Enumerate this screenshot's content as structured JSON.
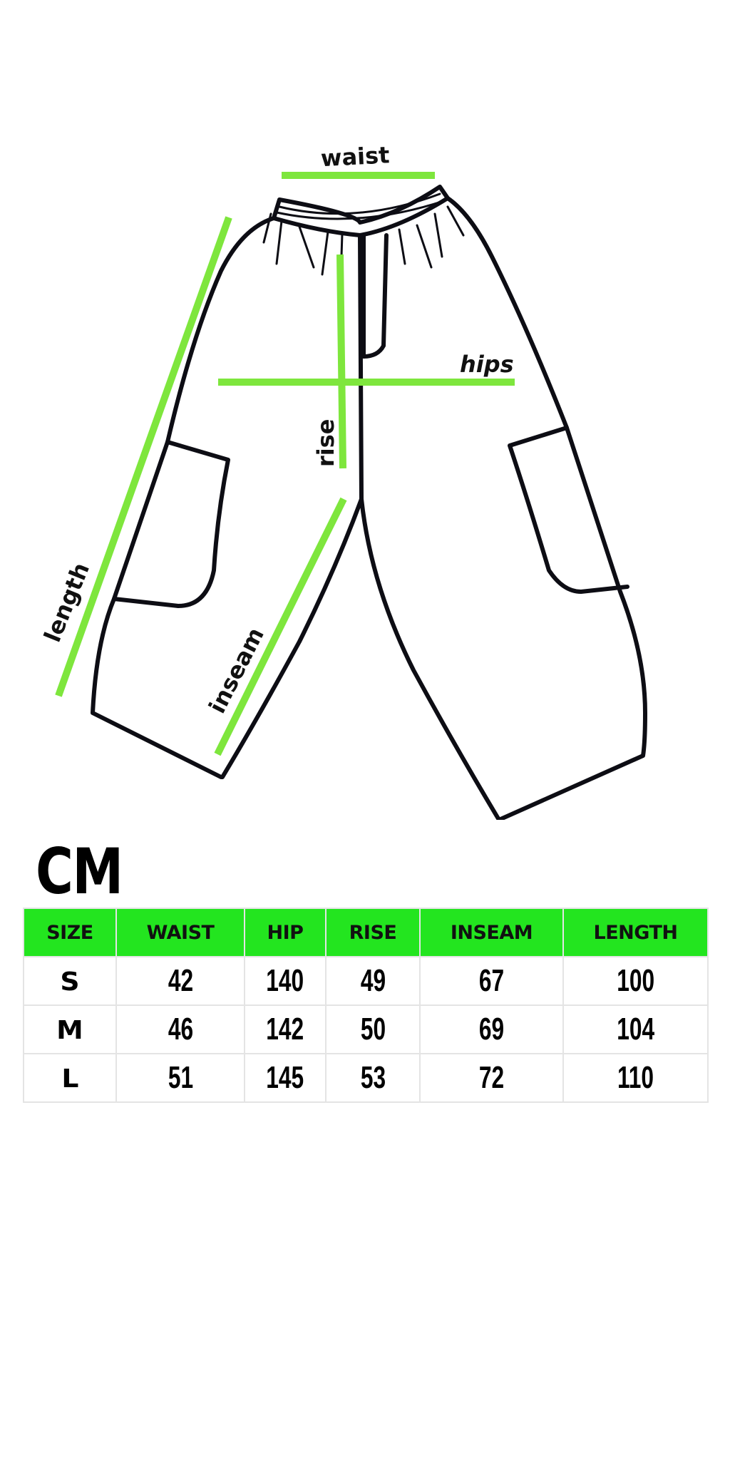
{
  "diagram": {
    "labels": {
      "waist": "waist",
      "hips": "hips",
      "rise": "rise",
      "length": "length",
      "inseam": "inseam"
    },
    "colors": {
      "measure_line": "#7ee63d",
      "outline": "#0d0d14"
    }
  },
  "unit": "CM",
  "table": {
    "header_color": "#23e51f",
    "columns": [
      "SIZE",
      "WAIST",
      "HIP",
      "RISE",
      "INSEAM",
      "LENGTH"
    ],
    "rows": [
      {
        "size": "S",
        "waist": "42",
        "hip": "140",
        "rise": "49",
        "inseam": "67",
        "length": "100"
      },
      {
        "size": "M",
        "waist": "46",
        "hip": "142",
        "rise": "50",
        "inseam": "69",
        "length": "104"
      },
      {
        "size": "L",
        "waist": "51",
        "hip": "145",
        "rise": "53",
        "inseam": "72",
        "length": "110"
      }
    ]
  }
}
